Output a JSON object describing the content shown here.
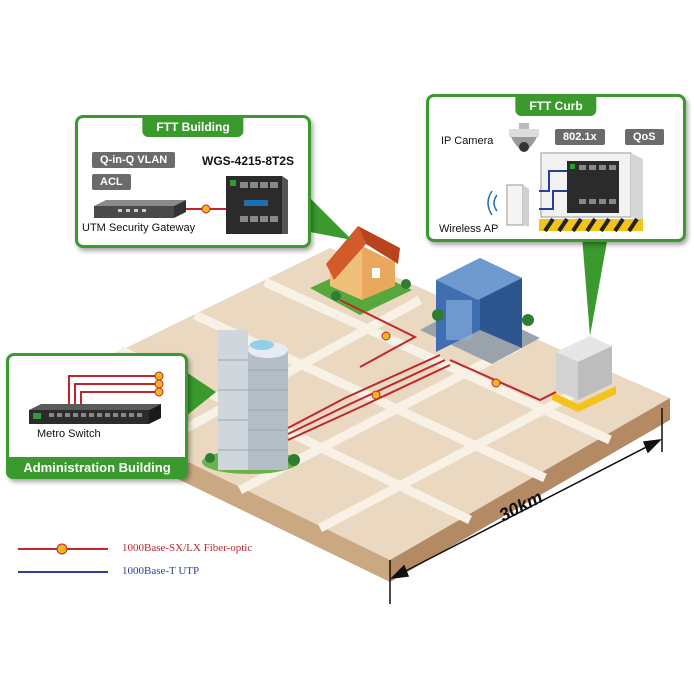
{
  "callouts": {
    "ftt_building": {
      "title": "FTT Building",
      "tags": [
        "Q-in-Q VLAN",
        "ACL"
      ],
      "model": "WGS-4215-8T2S",
      "gateway_label": "UTM Security Gateway"
    },
    "ftt_curb": {
      "title": "FTT Curb",
      "tags": [
        "802.1x",
        "QoS"
      ],
      "camera_label": "IP Camera",
      "ap_label": "Wireless AP"
    },
    "admin_building": {
      "title": "Administration Building",
      "switch_label": "Metro Switch"
    }
  },
  "distance": "30km",
  "legend": [
    {
      "label": "1000Base-SX/LX Fiber-optic",
      "color": "#c0272d"
    },
    {
      "label": "1000Base-T UTP",
      "color": "#2a3f9a"
    }
  ],
  "colors": {
    "accent_green": "#3a9a2e",
    "fiber": "#c0272d",
    "utp": "#2a3f9a",
    "ground": "#ead8c0",
    "road": "#f6eee2"
  }
}
